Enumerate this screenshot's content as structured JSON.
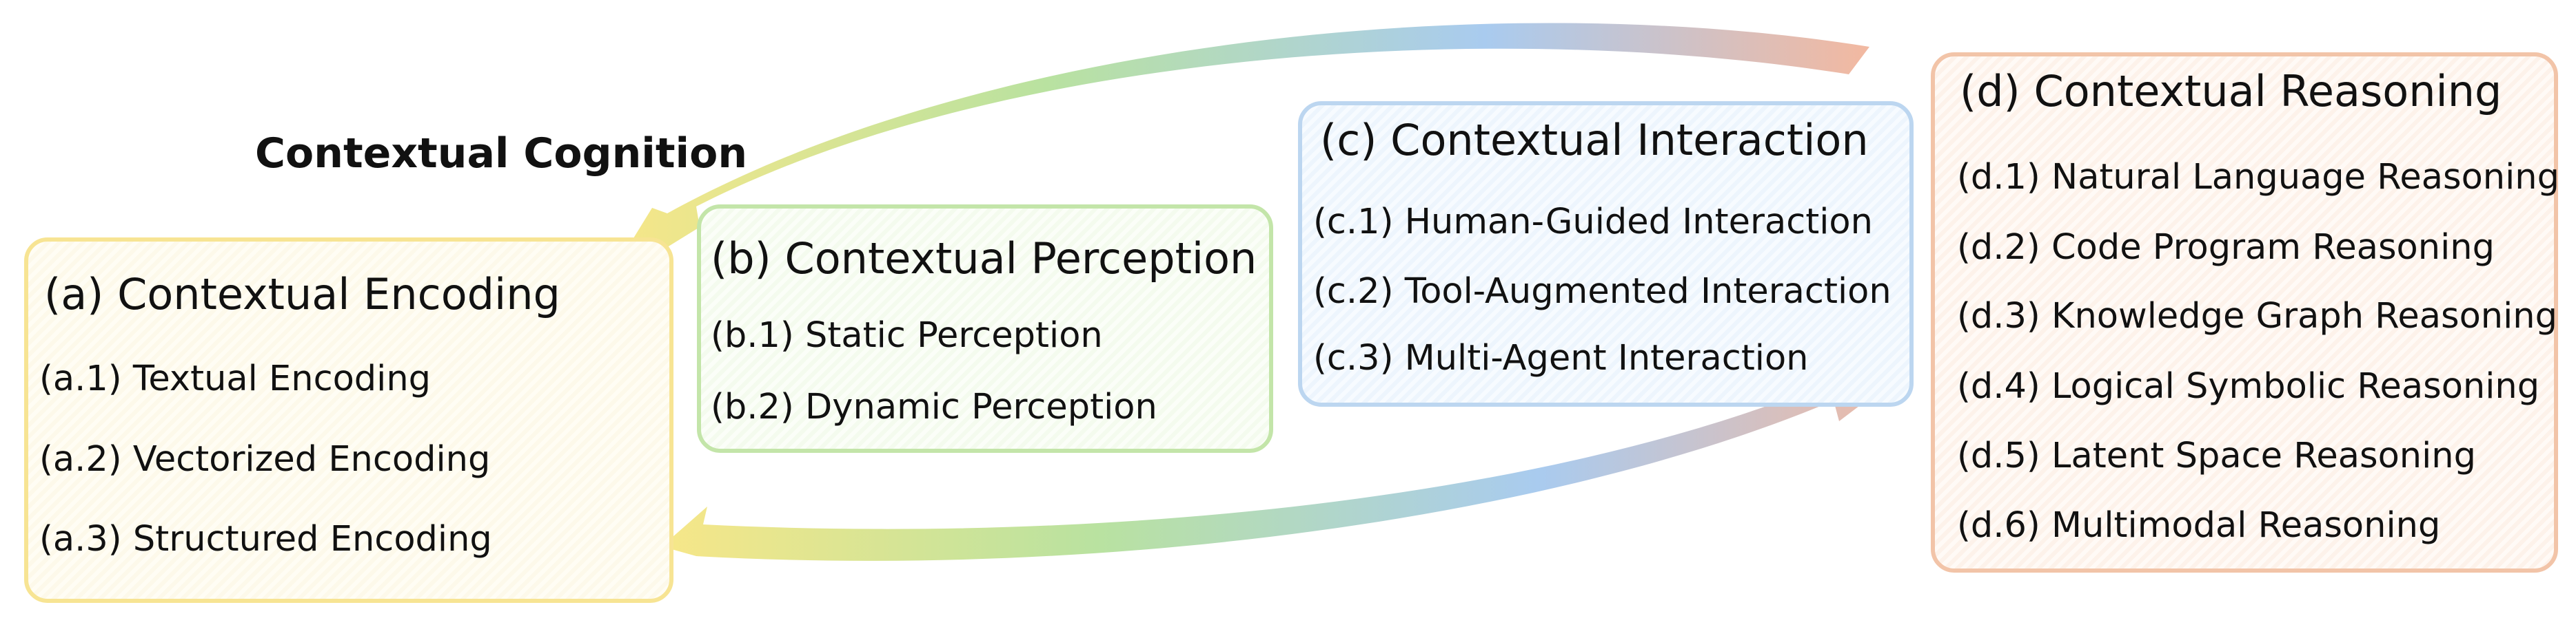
{
  "title": "Contextual Cognition",
  "colors": {
    "encoding": "#f7e493",
    "perception": "#c3e5a9",
    "interaction": "#bcd6f0",
    "reasoning": "#f2c4a8"
  },
  "boxes": {
    "a": {
      "heading": "(a) Contextual Encoding",
      "items": [
        "(a.1) Textual Encoding",
        "(a.2) Vectorized Encoding",
        "(a.3) Structured Encoding"
      ]
    },
    "b": {
      "heading": "(b) Contextual Perception",
      "items": [
        "(b.1) Static Perception",
        "(b.2) Dynamic Perception"
      ]
    },
    "c": {
      "heading": "(c) Contextual Interaction",
      "items": [
        "(c.1) Human-Guided Interaction",
        "(c.2) Tool-Augmented Interaction",
        "(c.3) Multi-Agent Interaction"
      ]
    },
    "d": {
      "heading": "(d) Contextual Reasoning",
      "items": [
        "(d.1) Natural Language Reasoning",
        "(d.2) Code Program Reasoning",
        "(d.3) Knowledge Graph Reasoning",
        "(d.4) Logical Symbolic Reasoning",
        "(d.5) Latent Space Reasoning",
        "(d.6) Multimodal Reasoning"
      ]
    }
  }
}
